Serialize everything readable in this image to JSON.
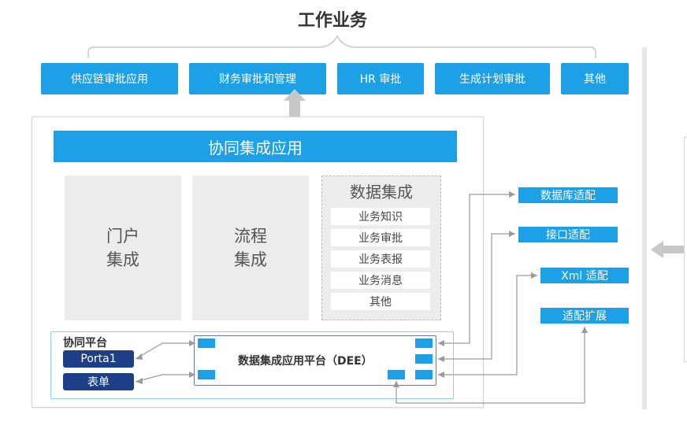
{
  "business": {
    "title": "工作业务",
    "items": [
      "供应链审批应用",
      "财务审批和管理",
      "HR 审批",
      "生成计划审批",
      "其他"
    ]
  },
  "collab": {
    "header": "协同集成应用",
    "portal": "门户\n集成",
    "process": "流程\n集成",
    "data": {
      "title": "数据集成",
      "items": [
        "业务知识",
        "业务审批",
        "业务表报",
        "业务消息",
        "其他"
      ]
    }
  },
  "platform": {
    "label": "协同平台",
    "portal_btn": "Porta1",
    "form_btn": "表单",
    "dee_label": "数据集成应用平台（DEE）"
  },
  "adapters": [
    "数据库适配",
    "接口适配",
    "Xml 适配",
    "适配扩展"
  ],
  "colors": {
    "accent": "#1ea0e6",
    "dark": "#1c3f88",
    "grey": "#ececec"
  }
}
